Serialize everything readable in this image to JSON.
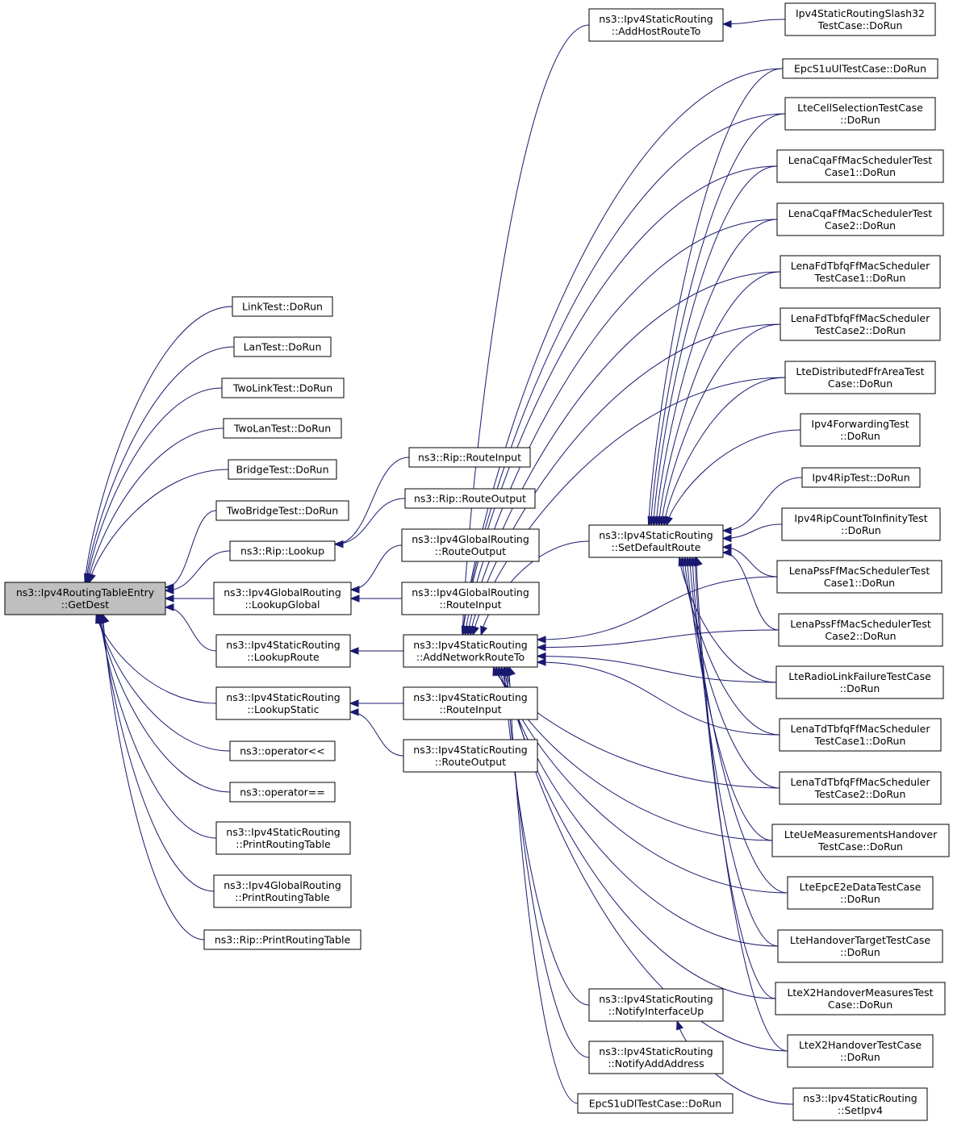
{
  "graph": {
    "nodes": {
      "root": [
        "ns3::Ipv4RoutingTableEntry",
        "::GetDest"
      ],
      "linkTest": [
        "LinkTest::DoRun"
      ],
      "lanTest": [
        "LanTest::DoRun"
      ],
      "twoLinkTest": [
        "TwoLinkTest::DoRun"
      ],
      "twoLanTest": [
        "TwoLanTest::DoRun"
      ],
      "bridgeTest": [
        "BridgeTest::DoRun"
      ],
      "twoBridgeTest": [
        "TwoBridgeTest::DoRun"
      ],
      "ripLookup": [
        "ns3::Rip::Lookup"
      ],
      "globalLookupGlobal": [
        "ns3::Ipv4GlobalRouting",
        "::LookupGlobal"
      ],
      "staticLookupRoute": [
        "ns3::Ipv4StaticRouting",
        "::LookupRoute"
      ],
      "staticLookupStatic": [
        "ns3::Ipv4StaticRouting",
        "::LookupStatic"
      ],
      "opStream": [
        "ns3::operator<<"
      ],
      "opEq": [
        "ns3::operator=="
      ],
      "staticPrint": [
        "ns3::Ipv4StaticRouting",
        "::PrintRoutingTable"
      ],
      "globalPrint": [
        "ns3::Ipv4GlobalRouting",
        "::PrintRoutingTable"
      ],
      "ripPrint": [
        "ns3::Rip::PrintRoutingTable"
      ],
      "ripRouteInput": [
        "ns3::Rip::RouteInput"
      ],
      "ripRouteOutput": [
        "ns3::Rip::RouteOutput"
      ],
      "globalRouteOutput": [
        "ns3::Ipv4GlobalRouting",
        "::RouteOutput"
      ],
      "globalRouteInput": [
        "ns3::Ipv4GlobalRouting",
        "::RouteInput"
      ],
      "staticAddNetwork": [
        "ns3::Ipv4StaticRouting",
        "::AddNetworkRouteTo"
      ],
      "staticRouteInput": [
        "ns3::Ipv4StaticRouting",
        "::RouteInput"
      ],
      "staticRouteOutput": [
        "ns3::Ipv4StaticRouting",
        "::RouteOutput"
      ],
      "staticAddHost": [
        "ns3::Ipv4StaticRouting",
        "::AddHostRouteTo"
      ],
      "staticSetDefault": [
        "ns3::Ipv4StaticRouting",
        "::SetDefaultRoute"
      ],
      "staticNotifyUp": [
        "ns3::Ipv4StaticRouting",
        "::NotifyInterfaceUp"
      ],
      "staticNotifyAddr": [
        "ns3::Ipv4StaticRouting",
        "::NotifyAddAddress"
      ],
      "epcDl": [
        "EpcS1uDlTestCase::DoRun"
      ],
      "slash32": [
        "Ipv4StaticRoutingSlash32",
        "TestCase::DoRun"
      ],
      "epcUl": [
        "EpcS1uUlTestCase::DoRun"
      ],
      "cellSel": [
        "LteCellSelectionTestCase",
        "::DoRun"
      ],
      "cqa1": [
        "LenaCqaFfMacSchedulerTest",
        "Case1::DoRun"
      ],
      "cqa2": [
        "LenaCqaFfMacSchedulerTest",
        "Case2::DoRun"
      ],
      "fd1": [
        "LenaFdTbfqFfMacScheduler",
        "TestCase1::DoRun"
      ],
      "fd2": [
        "LenaFdTbfqFfMacScheduler",
        "TestCase2::DoRun"
      ],
      "distFfr": [
        "LteDistributedFfrAreaTest",
        "Case::DoRun"
      ],
      "fwdTest": [
        "Ipv4ForwardingTest",
        "::DoRun"
      ],
      "ripTest": [
        "Ipv4RipTest::DoRun"
      ],
      "ripInf": [
        "Ipv4RipCountToInfinityTest",
        "::DoRun"
      ],
      "pss1": [
        "LenaPssFfMacSchedulerTest",
        "Case1::DoRun"
      ],
      "pss2": [
        "LenaPssFfMacSchedulerTest",
        "Case2::DoRun"
      ],
      "rlf": [
        "LteRadioLinkFailureTestCase",
        "::DoRun"
      ],
      "td1": [
        "LenaTdTbfqFfMacScheduler",
        "TestCase1::DoRun"
      ],
      "td2": [
        "LenaTdTbfqFfMacScheduler",
        "TestCase2::DoRun"
      ],
      "ueMeas": [
        "LteUeMeasurementsHandover",
        "TestCase::DoRun"
      ],
      "epcE2e": [
        "LteEpcE2eDataTestCase",
        "::DoRun"
      ],
      "hoTarget": [
        "LteHandoverTargetTestCase",
        "::DoRun"
      ],
      "x2Meas": [
        "LteX2HandoverMeasuresTest",
        "Case::DoRun"
      ],
      "x2Ho": [
        "LteX2HandoverTestCase",
        "::DoRun"
      ],
      "setIpv4": [
        "ns3::Ipv4StaticRouting",
        "::SetIpv4"
      ]
    }
  }
}
